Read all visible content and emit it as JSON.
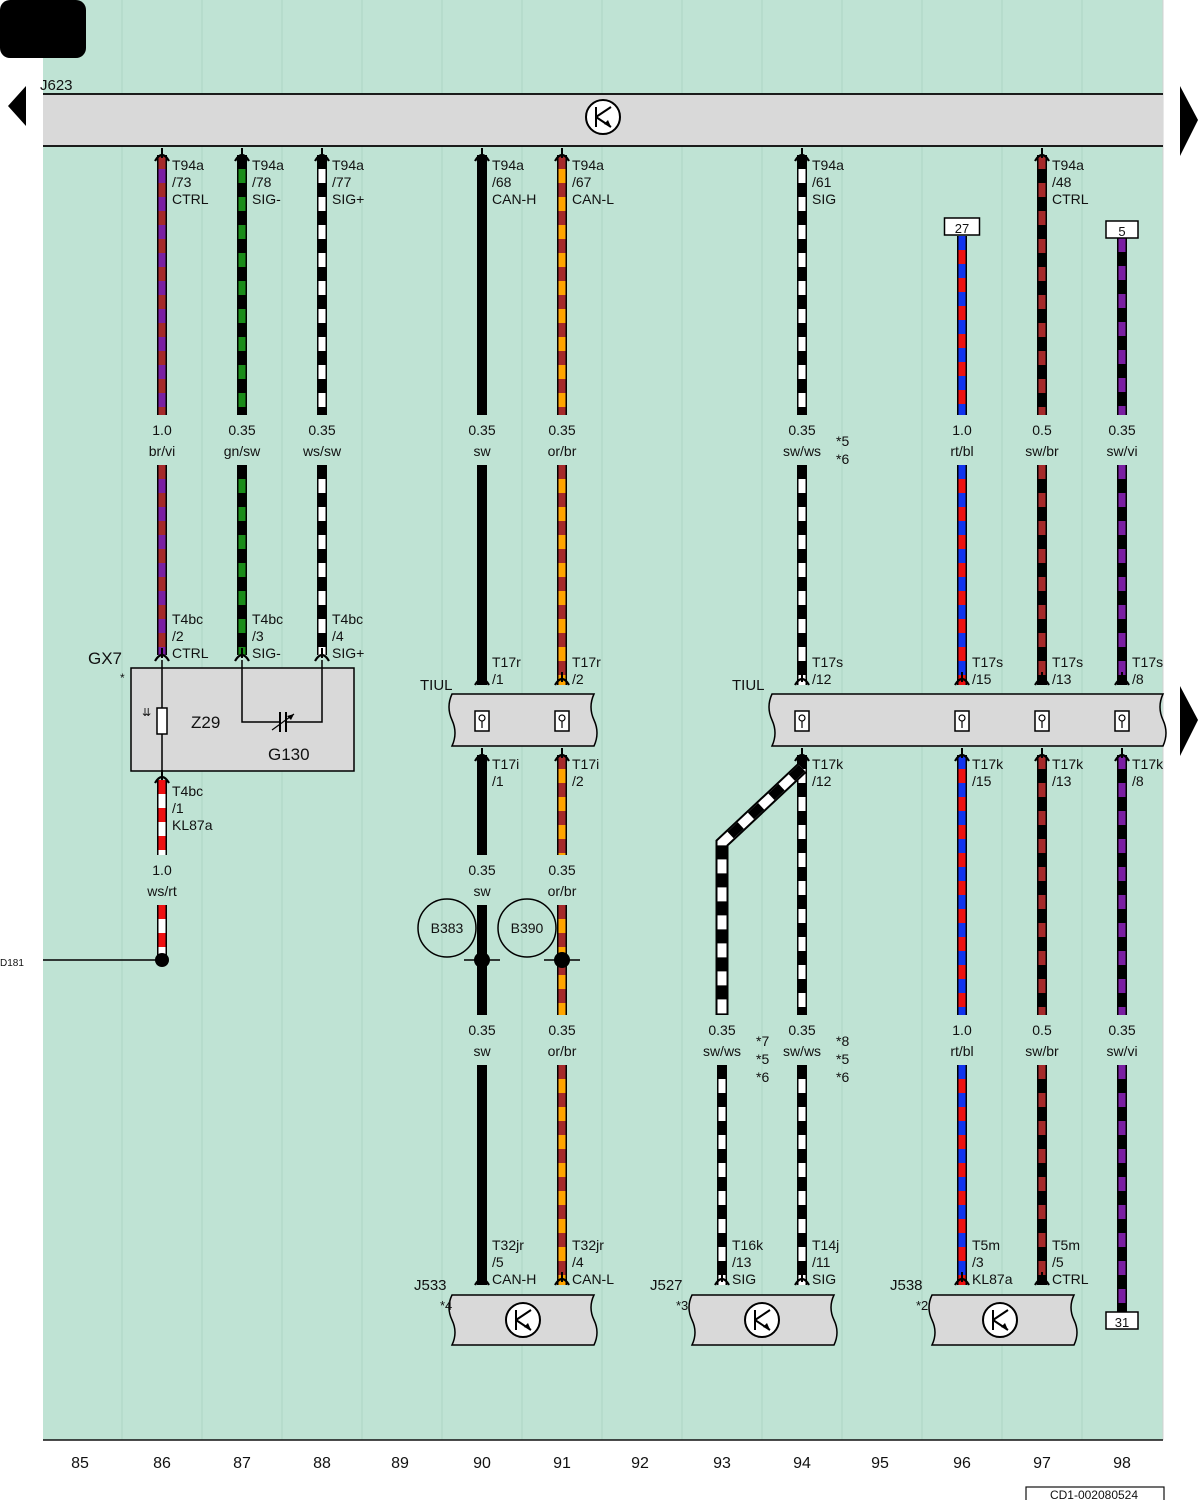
{
  "page": {
    "corner_tab": "",
    "drawing_code": "CD1-002080524",
    "left_connection_label": "D181"
  },
  "colors": {
    "background": "#bfe3d4",
    "frame": "#111111",
    "box_fill": "#d9d9d9",
    "sw": "#000000",
    "ws": "#ffffff",
    "br": "#a52a2a",
    "vi": "#7a1fa2",
    "gn": "#1a8c1a",
    "rt": "#ee1111",
    "bl": "#1133ee",
    "or": "#ffa500"
  },
  "modules": {
    "main": "J623",
    "gx7": {
      "name": "GX7",
      "note": "*",
      "z29": "Z29",
      "g130": "G130"
    },
    "tiul_left": "TIUL",
    "tiul_right": "TIUL",
    "j533": {
      "name": "J533",
      "note": "*4"
    },
    "j527": {
      "name": "J527",
      "note": "*3"
    },
    "j538": {
      "name": "J538",
      "note": "*2"
    }
  },
  "terminals": {
    "t27": "27",
    "t5": "5",
    "t31": "31"
  },
  "splices": {
    "b383": "B383",
    "b390": "B390"
  },
  "column_numbers": [
    "85",
    "86",
    "87",
    "88",
    "89",
    "90",
    "91",
    "92",
    "93",
    "94",
    "95",
    "96",
    "97",
    "98"
  ],
  "pin_labels": [
    {
      "id": "c86a",
      "lines": [
        "T94a",
        "/73",
        "CTRL"
      ]
    },
    {
      "id": "c87a",
      "lines": [
        "T94a",
        "/78",
        "SIG-"
      ]
    },
    {
      "id": "c88a",
      "lines": [
        "T94a",
        "/77",
        "SIG+"
      ]
    },
    {
      "id": "c90a",
      "lines": [
        "T94a",
        "/68",
        "CAN-H"
      ]
    },
    {
      "id": "c91a",
      "lines": [
        "T94a",
        "/67",
        "CAN-L"
      ]
    },
    {
      "id": "c94a",
      "lines": [
        "T94a",
        "/61",
        "SIG"
      ]
    },
    {
      "id": "c97a",
      "lines": [
        "T94a",
        "/48",
        "CTRL"
      ]
    },
    {
      "id": "c86b",
      "lines": [
        "T4bc",
        "/2",
        "CTRL"
      ]
    },
    {
      "id": "c87b",
      "lines": [
        "T4bc",
        "/3",
        "SIG-"
      ]
    },
    {
      "id": "c88b",
      "lines": [
        "T4bc",
        "/4",
        "SIG+"
      ]
    },
    {
      "id": "c86c",
      "lines": [
        "T4bc",
        "/1",
        "KL87a"
      ]
    },
    {
      "id": "c90r",
      "lines": [
        "T17r",
        "/1"
      ]
    },
    {
      "id": "c91r",
      "lines": [
        "T17r",
        "/2"
      ]
    },
    {
      "id": "c90i",
      "lines": [
        "T17i",
        "/1"
      ]
    },
    {
      "id": "c91i",
      "lines": [
        "T17i",
        "/2"
      ]
    },
    {
      "id": "c94s",
      "lines": [
        "T17s",
        "/12"
      ]
    },
    {
      "id": "c96s",
      "lines": [
        "T17s",
        "/15"
      ]
    },
    {
      "id": "c97s",
      "lines": [
        "T17s",
        "/13"
      ]
    },
    {
      "id": "c98s",
      "lines": [
        "T17s",
        "/8"
      ]
    },
    {
      "id": "c94k",
      "lines": [
        "T17k",
        "/12"
      ]
    },
    {
      "id": "c96k",
      "lines": [
        "T17k",
        "/15"
      ]
    },
    {
      "id": "c97k",
      "lines": [
        "T17k",
        "/13"
      ]
    },
    {
      "id": "c98k",
      "lines": [
        "T17k",
        "/8"
      ]
    },
    {
      "id": "c90j",
      "lines": [
        "T32jr",
        "/5",
        "CAN-H"
      ]
    },
    {
      "id": "c91j",
      "lines": [
        "T32jr",
        "/4",
        "CAN-L"
      ]
    },
    {
      "id": "c93j",
      "lines": [
        "T16k",
        "/13",
        "SIG"
      ]
    },
    {
      "id": "c94j",
      "lines": [
        "T14j",
        "/11",
        "SIG"
      ]
    },
    {
      "id": "c96j",
      "lines": [
        "T5m",
        "/3",
        "KL87a"
      ]
    },
    {
      "id": "c97j",
      "lines": [
        "T5m",
        "/5",
        "CTRL"
      ]
    }
  ],
  "wire_labels": [
    {
      "id": "w86a",
      "size": "1.0",
      "color": "br/vi"
    },
    {
      "id": "w87a",
      "size": "0.35",
      "color": "gn/sw"
    },
    {
      "id": "w88a",
      "size": "0.35",
      "color": "ws/sw"
    },
    {
      "id": "w90a",
      "size": "0.35",
      "color": "sw"
    },
    {
      "id": "w91a",
      "size": "0.35",
      "color": "or/br"
    },
    {
      "id": "w94a",
      "size": "0.35",
      "color": "sw/ws"
    },
    {
      "id": "w96a",
      "size": "1.0",
      "color": "rt/bl"
    },
    {
      "id": "w97a",
      "size": "0.5",
      "color": "sw/br"
    },
    {
      "id": "w98a",
      "size": "0.35",
      "color": "sw/vi"
    },
    {
      "id": "w86b",
      "size": "1.0",
      "color": "ws/rt"
    },
    {
      "id": "w90b",
      "size": "0.35",
      "color": "sw"
    },
    {
      "id": "w91b",
      "size": "0.35",
      "color": "or/br"
    },
    {
      "id": "w90c",
      "size": "0.35",
      "color": "sw"
    },
    {
      "id": "w91c",
      "size": "0.35",
      "color": "or/br"
    },
    {
      "id": "w93c",
      "size": "0.35",
      "color": "sw/ws"
    },
    {
      "id": "w94c",
      "size": "0.35",
      "color": "sw/ws"
    },
    {
      "id": "w96c",
      "size": "1.0",
      "color": "rt/bl"
    },
    {
      "id": "w97c",
      "size": "0.5",
      "color": "sw/br"
    },
    {
      "id": "w98c",
      "size": "0.35",
      "color": "sw/vi"
    }
  ],
  "notes": [
    {
      "id": "n94a",
      "lines": [
        "*5",
        "*6"
      ]
    },
    {
      "id": "n93c",
      "lines": [
        "*7",
        "*5",
        "*6"
      ]
    },
    {
      "id": "n94c",
      "lines": [
        "*8",
        "*5",
        "*6"
      ]
    }
  ]
}
